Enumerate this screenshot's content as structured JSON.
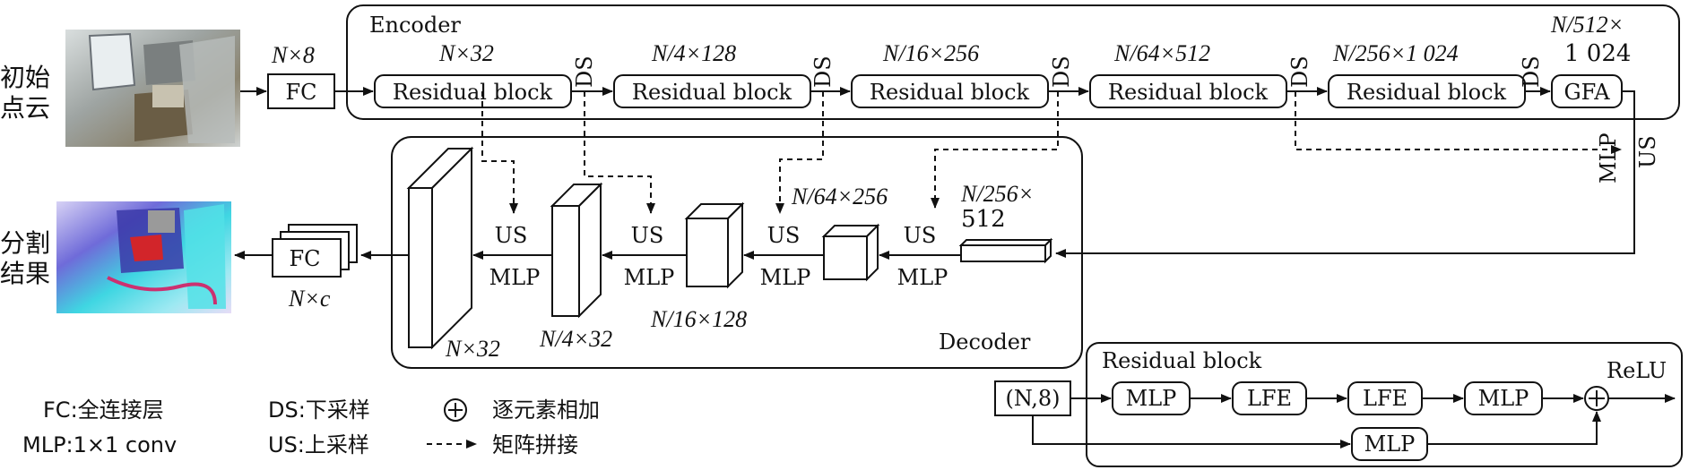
{
  "input_label": "初始\n点云",
  "output_label": "分割\n结果",
  "encoder": {
    "title": "Encoder",
    "fc_label": "FC",
    "fc_dim": "N×8",
    "blocks": [
      {
        "label": "Residual block",
        "dim": "N×32"
      },
      {
        "label": "Residual block",
        "dim": "N/4×128"
      },
      {
        "label": "Residual block",
        "dim": "N/16×256"
      },
      {
        "label": "Residual block",
        "dim": "N/64×512"
      },
      {
        "label": "Residual block",
        "dim": "N/256×1 024"
      }
    ],
    "ds_label": "DS",
    "gfa_label": "GFA",
    "gfa_dim": [
      "N/512×",
      "1 024"
    ],
    "mlp_label": "MLP",
    "us_label": "US"
  },
  "decoder": {
    "title": "Decoder",
    "us_label": "US",
    "mlp_label": "MLP",
    "fc_label": "FC",
    "fc_dim": "N×c",
    "dims": {
      "d1": "N×32",
      "d2": "N/4×32",
      "d3": "N/16×128",
      "d4": "N/64×256",
      "d5": [
        "N/256×",
        "512"
      ]
    }
  },
  "residual_block": {
    "title": "Residual block",
    "input": "(N,8)",
    "nodes": [
      "MLP",
      "LFE",
      "LFE",
      "MLP"
    ],
    "skip": "MLP",
    "relu": "ReLU"
  },
  "legend": {
    "fc": "FC:全连接层",
    "mlp": "MLP:1×1 conv",
    "ds": "DS:下采样",
    "us": "US:上采样",
    "add": "逐元素相加",
    "concat": "矩阵拼接"
  }
}
